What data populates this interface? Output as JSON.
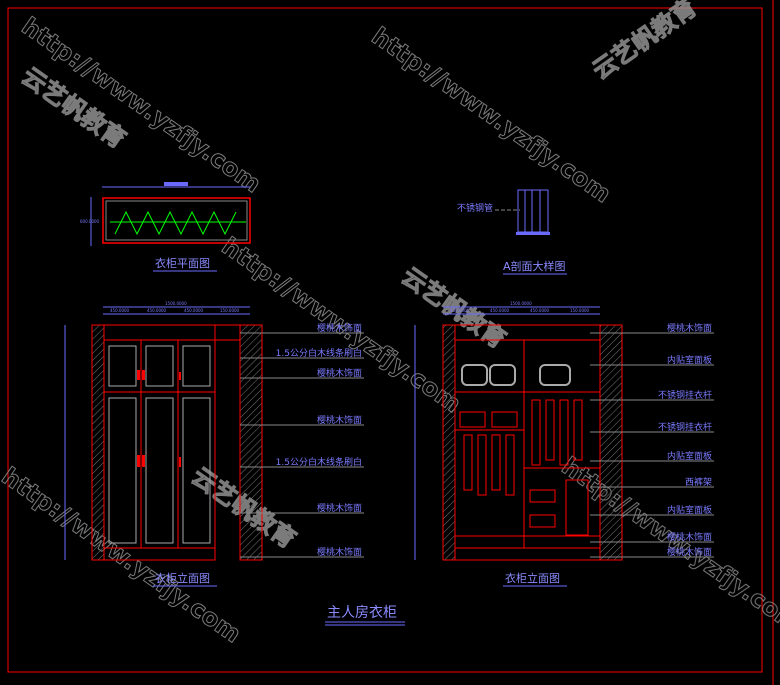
{
  "drawing": {
    "main_title": "主人房衣柜",
    "plan": {
      "title": "衣柜平面图",
      "depth_dim": "600.0000"
    },
    "section": {
      "title": "A剖面大样图",
      "label": "不锈钢管"
    },
    "left_elevation": {
      "title": "衣柜立面图",
      "width_dim": "1500.0000",
      "sub_dims": [
        "450.0000",
        "450.0000",
        "450.0000",
        "150.0000"
      ],
      "labels": [
        "樱桃木饰面",
        "1.5公分白木线条刷白",
        "樱桃木饰面",
        "樱桃木饰面",
        "1.5公分白木线条刷白",
        "樱桃木饰面",
        "樱桃木饰面"
      ]
    },
    "right_elevation": {
      "title": "衣柜立面图",
      "width_dim": "1500.0000",
      "sub_dims": [
        "450.0000",
        "450.0000",
        "450.0000",
        "150.0000"
      ],
      "labels": [
        "樱桃木饰面",
        "内贴室面板",
        "不锈钢挂衣杆",
        "不锈钢挂衣杆",
        "内贴室面板",
        "西裤架",
        "内贴室面板",
        "樱桃木饰面",
        "樱桃木饰面"
      ]
    }
  },
  "watermarks": [
    "http://www.yzfjy.com",
    "云艺帆教育"
  ],
  "colors": {
    "background": "#000000",
    "frame": "#ff0000",
    "text": "#7a7aff",
    "hanger": "#00ff00"
  }
}
